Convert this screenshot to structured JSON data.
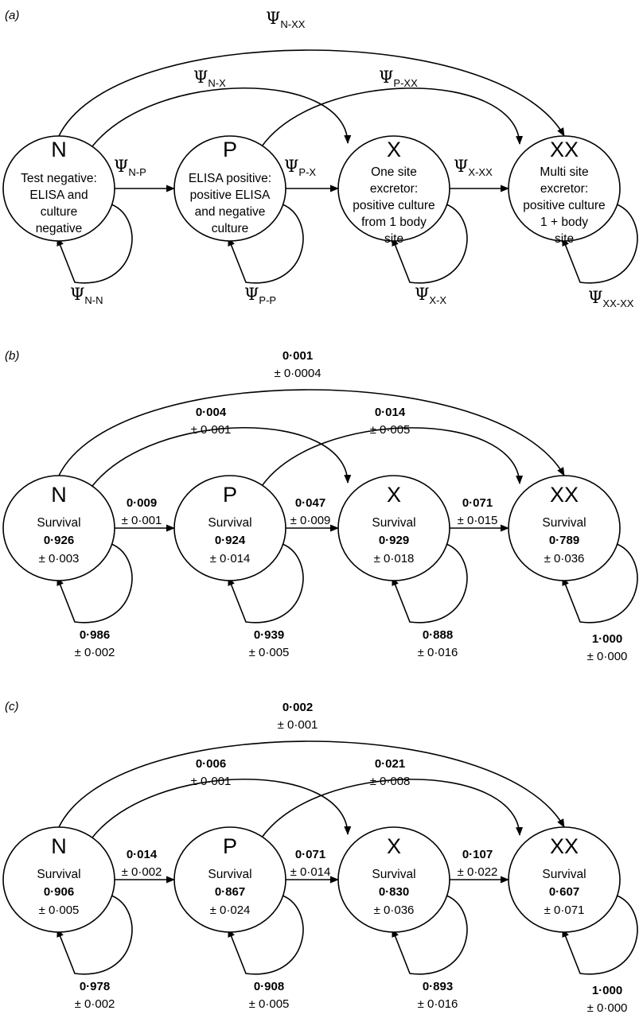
{
  "panel_a": {
    "label": "(a)",
    "nodes": [
      {
        "symbol": "N",
        "lines": [
          "Test negative:",
          "ELISA and",
          "culture",
          "negative"
        ]
      },
      {
        "symbol": "P",
        "lines": [
          "ELISA positive:",
          "positive ELISA",
          "and negative",
          "culture"
        ]
      },
      {
        "symbol": "X",
        "lines": [
          "One site",
          "excretor:",
          "positive culture",
          "from 1 body",
          "site"
        ]
      },
      {
        "symbol": "XX",
        "lines": [
          "Multi site",
          "excretor:",
          "positive culture",
          "1 + body",
          "site"
        ]
      }
    ],
    "psi": "Ψ",
    "edges": {
      "n_xx": "N-XX",
      "n_x": "N-X",
      "p_xx": "P-XX",
      "n_p": "N-P",
      "p_x": "P-X",
      "x_xx": "X-XX",
      "n_n": "N-N",
      "p_p": "P-P",
      "x_x": "X-X",
      "xx_xx": "XX-XX"
    }
  },
  "panel_b": {
    "label": "(b)",
    "survival_label": "Survival",
    "nodes": [
      {
        "symbol": "N",
        "survival": "0·926",
        "se": "± 0·003"
      },
      {
        "symbol": "P",
        "survival": "0·924",
        "se": "± 0·014"
      },
      {
        "symbol": "X",
        "survival": "0·929",
        "se": "± 0·018"
      },
      {
        "symbol": "XX",
        "survival": "0·789",
        "se": "± 0·036"
      }
    ],
    "edges": {
      "n_xx": {
        "value": "0·001",
        "se": "± 0·0004"
      },
      "n_x": {
        "value": "0·004",
        "se": "± 0·001"
      },
      "p_xx": {
        "value": "0·014",
        "se": "± 0·005"
      },
      "n_p": {
        "value": "0·009",
        "se": "± 0·001"
      },
      "p_x": {
        "value": "0·047",
        "se": "± 0·009"
      },
      "x_xx": {
        "value": "0·071",
        "se": "± 0·015"
      },
      "n_n": {
        "value": "0·986",
        "se": "± 0·002"
      },
      "p_p": {
        "value": "0·939",
        "se": "± 0·005"
      },
      "x_x": {
        "value": "0·888",
        "se": "± 0·016"
      },
      "xx_xx": {
        "value": "1·000",
        "se": "± 0·000"
      }
    }
  },
  "panel_c": {
    "label": "(c)",
    "survival_label": "Survival",
    "nodes": [
      {
        "symbol": "N",
        "survival": "0·906",
        "se": "± 0·005"
      },
      {
        "symbol": "P",
        "survival": "0·867",
        "se": "± 0·024"
      },
      {
        "symbol": "X",
        "survival": "0·830",
        "se": "± 0·036"
      },
      {
        "symbol": "XX",
        "survival": "0·607",
        "se": "± 0·071"
      }
    ],
    "edges": {
      "n_xx": {
        "value": "0·002",
        "se": "± 0·001"
      },
      "n_x": {
        "value": "0·006",
        "se": "± 0·001"
      },
      "p_xx": {
        "value": "0·021",
        "se": "± 0·008"
      },
      "n_p": {
        "value": "0·014",
        "se": "± 0·002"
      },
      "p_x": {
        "value": "0·071",
        "se": "± 0·014"
      },
      "x_xx": {
        "value": "0·107",
        "se": "± 0·022"
      },
      "n_n": {
        "value": "0·978",
        "se": "± 0·002"
      },
      "p_p": {
        "value": "0·908",
        "se": "± 0·005"
      },
      "x_x": {
        "value": "0·893",
        "se": "± 0·016"
      },
      "xx_xx": {
        "value": "1·000",
        "se": "± 0·000"
      }
    }
  }
}
